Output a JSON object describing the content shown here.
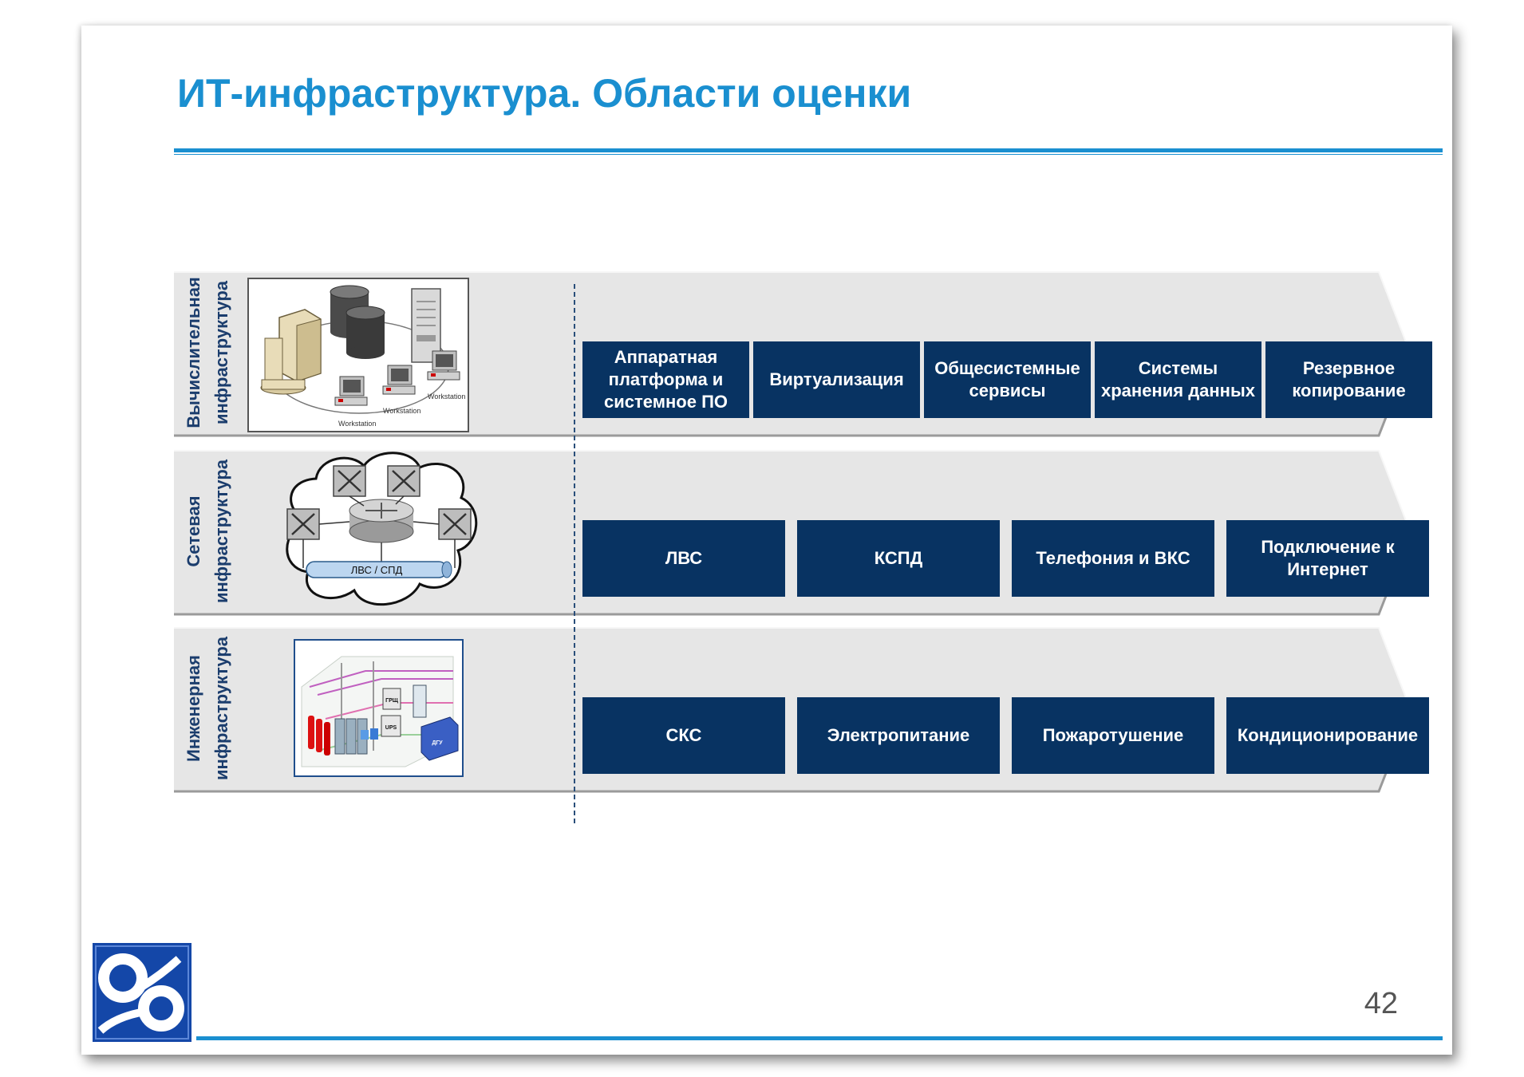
{
  "title": "ИТ-инфраструктура. Области оценки",
  "page_number": "42",
  "colors": {
    "accent": "#1a8fd0",
    "box_fill": "#083362",
    "band_fill": "#e6e6e6",
    "label_text": "#1b3d6d"
  },
  "rows": [
    {
      "label_line1": "Вычислительная",
      "label_line2": "инфраструктура",
      "image_labels": [
        "Workstation",
        "Workstation",
        "Workstation"
      ],
      "boxes": [
        "Аппаратная платформа и системное ПО",
        "Виртуализация",
        "Общесистемные сервисы",
        "Системы хранения данных",
        "Резервное копирование"
      ]
    },
    {
      "label_line1": "Сетевая",
      "label_line2": "инфраструктура",
      "image_labels": [
        "ЛВС / СПД"
      ],
      "boxes": [
        "ЛВС",
        "КСПД",
        "Телефония и ВКС",
        "Подключение к Интернет"
      ]
    },
    {
      "label_line1": "Инженерная",
      "label_line2": "инфраструктура",
      "image_labels": [
        "ГРЩ",
        "UPS",
        "ДГУ"
      ],
      "boxes": [
        "СКС",
        "Электропитание",
        "Пожаротушение",
        "Кондиционирование"
      ]
    }
  ]
}
